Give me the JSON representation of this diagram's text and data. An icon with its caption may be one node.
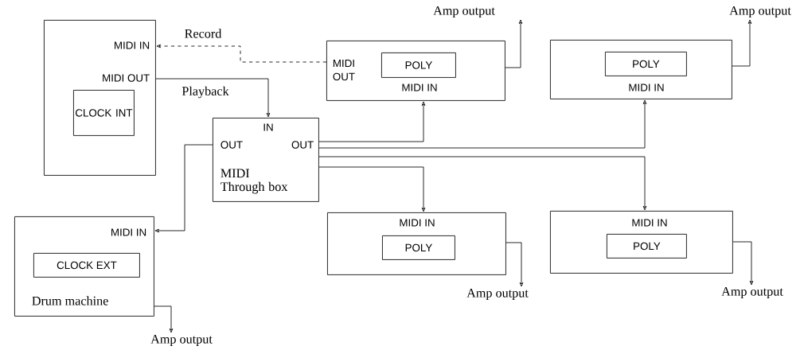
{
  "diagram": {
    "nodes": [
      {
        "text": [
          "MIDI IN",
          "MIDI OUT"
        ]
      },
      {
        "text": [
          "CLOCK INT"
        ],
        "in": 0
      },
      {
        "text": [
          "IN",
          "OUT",
          "OUT",
          "MIDI Through box"
        ]
      },
      {
        "text": [
          "MIDI IN",
          "Drum machine"
        ]
      },
      {
        "text": [
          "CLOCK EXT"
        ],
        "in": 3
      },
      {
        "text": [
          "MIDI OUT",
          "MIDI IN"
        ]
      },
      {
        "text": [
          "POLY"
        ],
        "in": 5
      },
      {
        "text": [
          "MIDI IN"
        ]
      },
      {
        "text": [
          "POLY"
        ],
        "in": 7
      },
      {
        "text": [
          "MIDI IN"
        ]
      },
      {
        "text": [
          "POLY"
        ],
        "in": 9
      },
      {
        "text": [
          "MIDI IN"
        ]
      },
      {
        "text": [
          "POLY"
        ],
        "in": 11
      },
      {
        "text": [
          "Amp output"
        ]
      },
      {
        "text": [
          "Amp output"
        ]
      },
      {
        "text": [
          "Amp output"
        ]
      },
      {
        "text": [
          "Amp output"
        ]
      },
      {
        "text": [
          "Amp output"
        ]
      }
    ],
    "edges": [
      {
        "from": 5,
        "to": 0,
        "arrow": "to",
        "label": "Record",
        "style": "dashed"
      },
      {
        "from": 0,
        "to": 2,
        "arrow": "to",
        "label": "Playback"
      },
      {
        "from": 2,
        "to": 3,
        "arrow": "to"
      },
      {
        "from": 2,
        "to": 5,
        "arrow": "to"
      },
      {
        "from": 2,
        "to": 7,
        "arrow": "to"
      },
      {
        "from": 2,
        "to": 11,
        "arrow": "to"
      },
      {
        "from": 2,
        "to": 9,
        "arrow": "to"
      },
      {
        "from": 5,
        "to": 13,
        "arrow": "to"
      },
      {
        "from": 7,
        "to": 14,
        "arrow": "to"
      },
      {
        "from": 9,
        "to": 15,
        "arrow": "to"
      },
      {
        "from": 11,
        "to": 16,
        "arrow": "to"
      },
      {
        "from": 3,
        "to": 17,
        "arrow": "to"
      }
    ]
  }
}
